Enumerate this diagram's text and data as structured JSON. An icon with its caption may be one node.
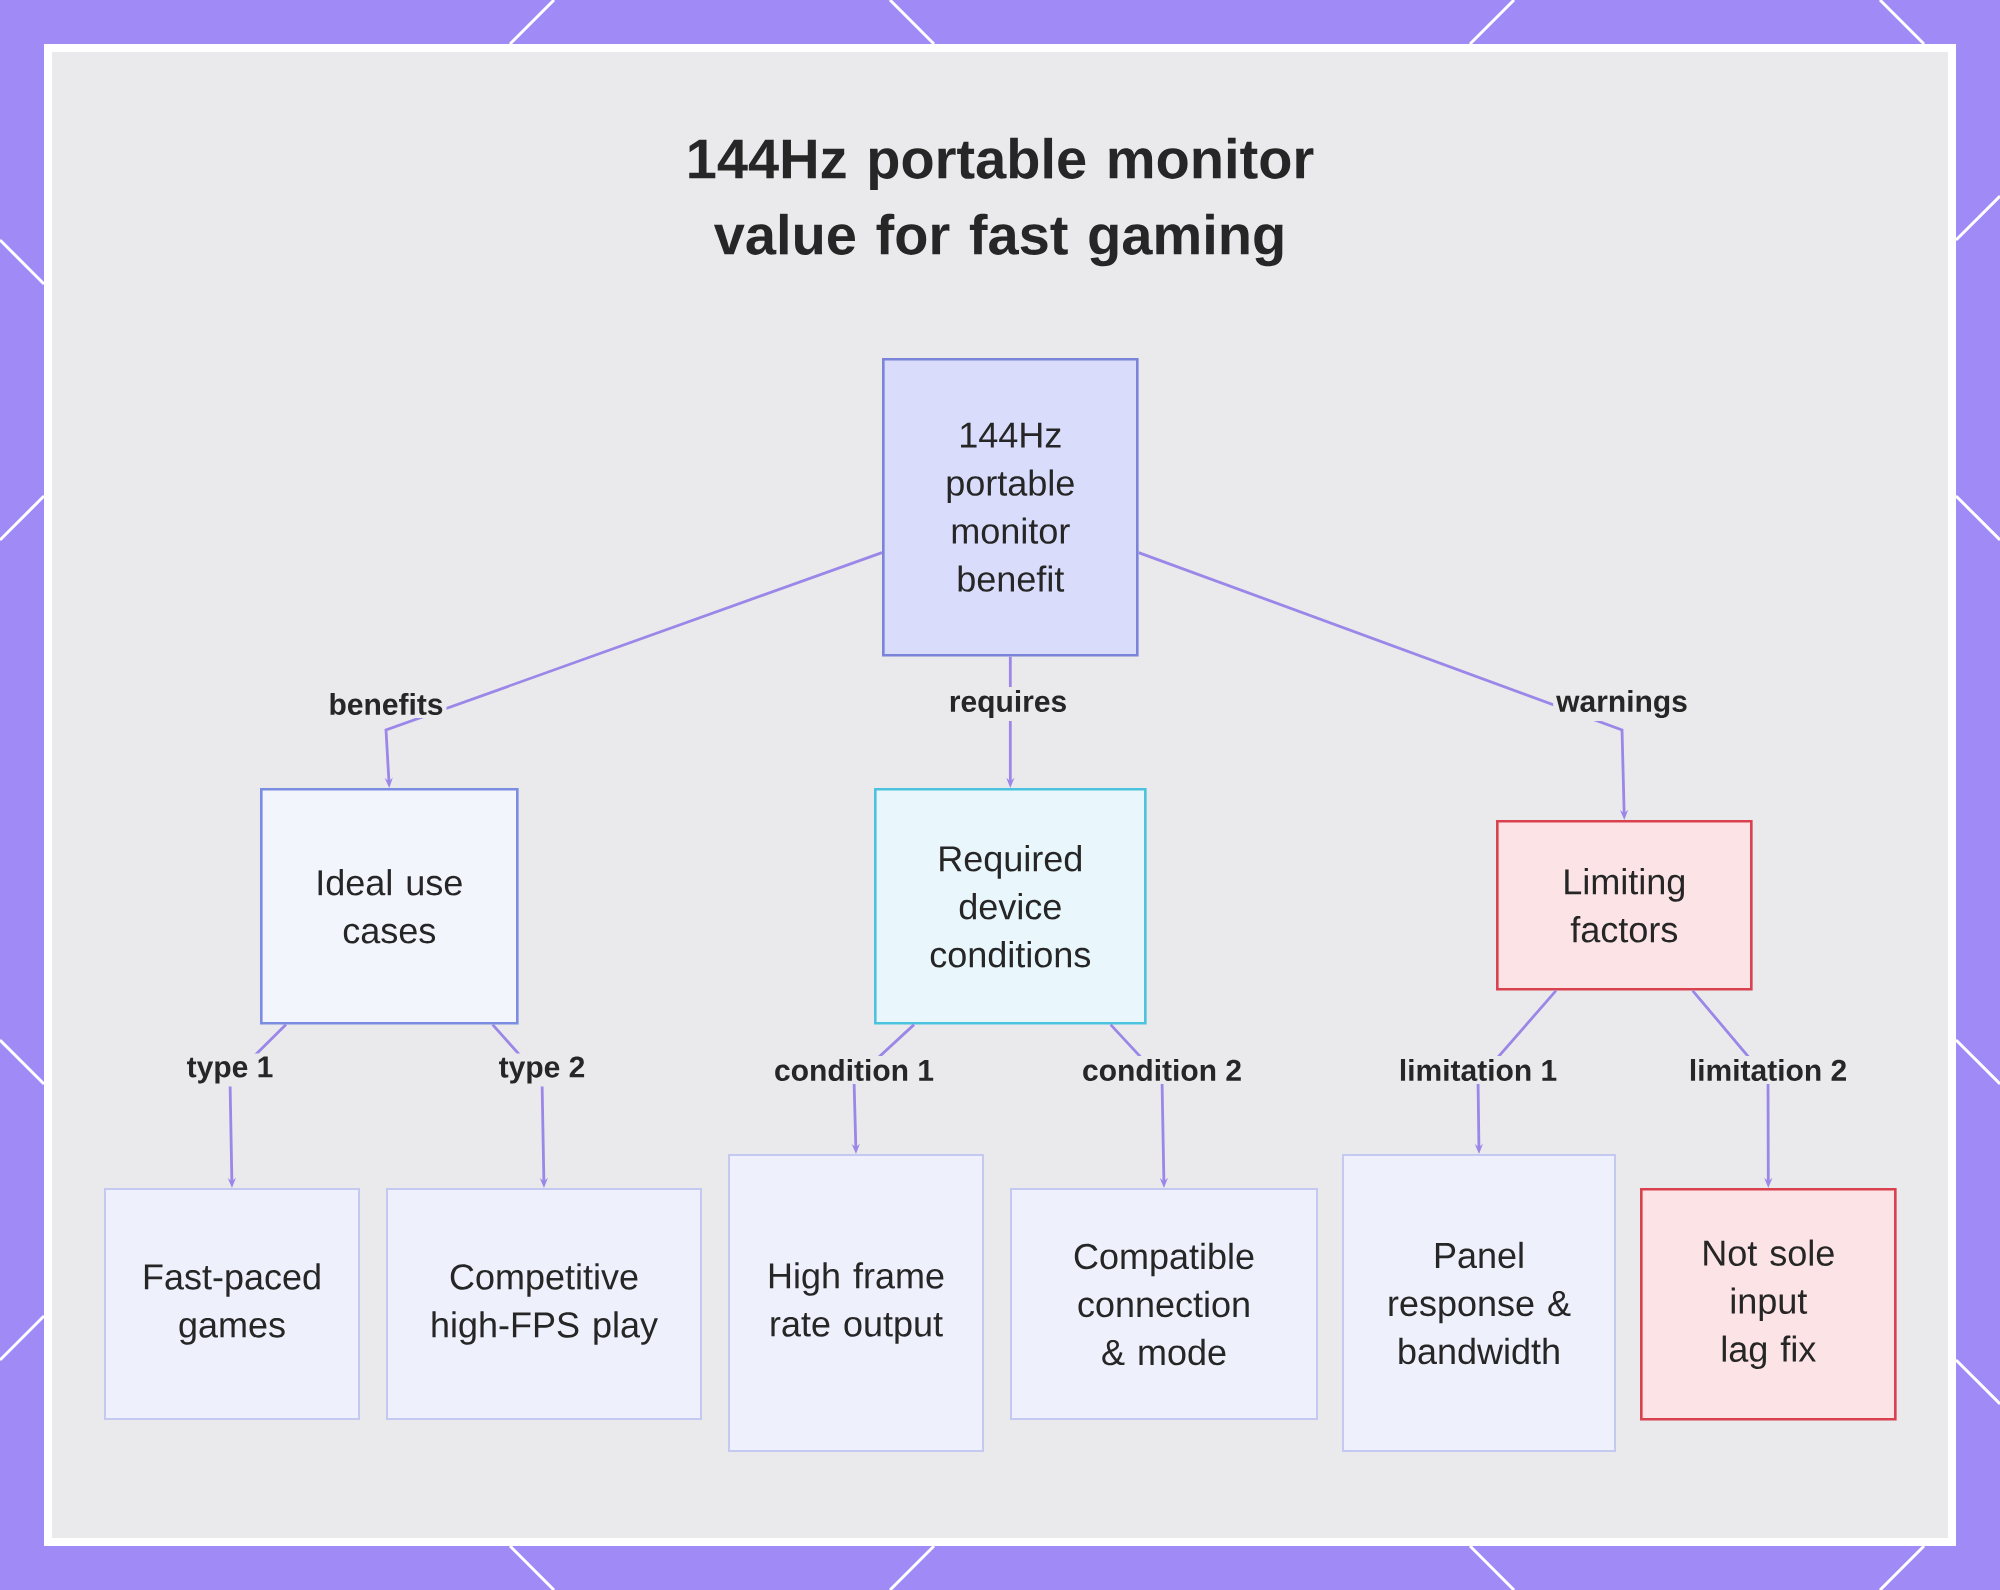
{
  "diagram": {
    "title": "144Hz portable monitor value for fast gaming",
    "nodes": [
      {
        "text": [
          "144Hz portable monitor benefit"
        ]
      },
      {
        "text": [
          "Ideal use cases"
        ]
      },
      {
        "text": [
          "Required device conditions"
        ]
      },
      {
        "text": [
          "Limiting factors"
        ]
      },
      {
        "text": [
          "Fast-paced games"
        ]
      },
      {
        "text": [
          "Competitive high-FPS play"
        ]
      },
      {
        "text": [
          "High frame rate output"
        ]
      },
      {
        "text": [
          "Compatible connection & mode"
        ]
      },
      {
        "text": [
          "Panel response & bandwidth"
        ]
      },
      {
        "text": [
          "Not sole input lag fix"
        ]
      }
    ],
    "edges": [
      {
        "from": 0,
        "to": 1,
        "arrow": "to",
        "label": "benefits"
      },
      {
        "from": 0,
        "to": 2,
        "arrow": "to",
        "label": "requires"
      },
      {
        "from": 0,
        "to": 3,
        "arrow": "to",
        "label": "warnings"
      },
      {
        "from": 1,
        "to": 4,
        "arrow": "to",
        "label": "type 1"
      },
      {
        "from": 1,
        "to": 5,
        "arrow": "to",
        "label": "type 2"
      },
      {
        "from": 2,
        "to": 6,
        "arrow": "to",
        "label": "condition 1"
      },
      {
        "from": 2,
        "to": 7,
        "arrow": "to",
        "label": "condition 2"
      },
      {
        "from": 3,
        "to": 8,
        "arrow": "to",
        "label": "limitation 1"
      },
      {
        "from": 3,
        "to": 9,
        "arrow": "to",
        "label": "limitation 2"
      }
    ]
  }
}
